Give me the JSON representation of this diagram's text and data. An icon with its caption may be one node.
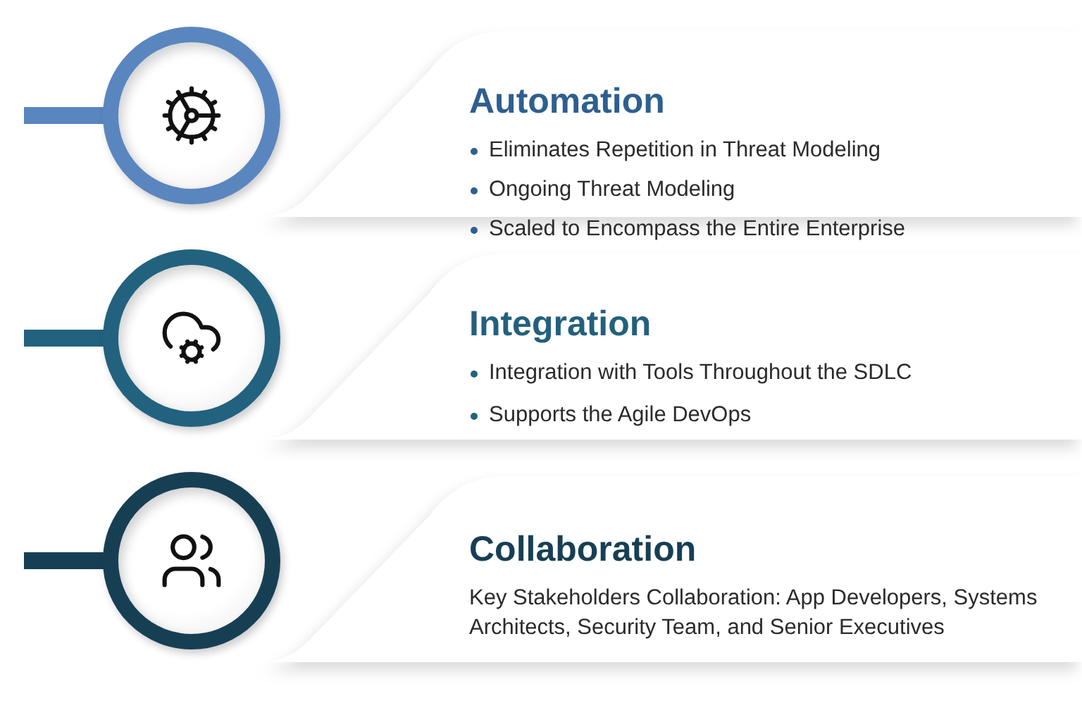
{
  "diagram": {
    "nodes": [
      {
        "text": [],
        "shape": "circle"
      },
      {
        "text": [
          "Automation",
          "Eliminates Repetition in Threat Modeling",
          "Ongoing Threat Modeling",
          "Scaled to Encompass the Entire Enterprise"
        ]
      },
      {
        "text": [],
        "shape": "circle"
      },
      {
        "text": [
          "Integration",
          "Integration with Tools Throughout the SDLC",
          "Supports the Agile DevOps"
        ]
      },
      {
        "text": [],
        "shape": "circle"
      },
      {
        "text": [
          "Collaboration",
          "Key Stakeholders Collaboration: App Developers, Systems Architects, Security Team, and Senior Executives"
        ]
      }
    ]
  }
}
